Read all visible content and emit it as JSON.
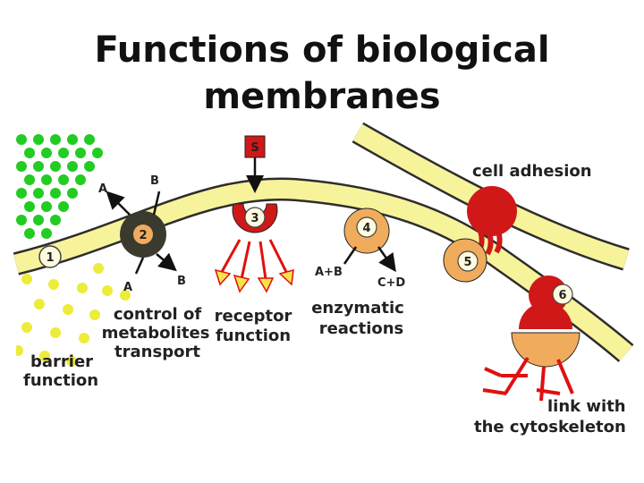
{
  "title": {
    "line1": "Functions of biological",
    "line2": "membranes"
  },
  "molecules": {
    "signal": "S",
    "a": "A",
    "b": "B",
    "a_plus_b": "A+B",
    "c_plus_d": "C+D"
  },
  "numbers": [
    "1",
    "2",
    "3",
    "4",
    "5",
    "6"
  ],
  "labels": {
    "barrier": [
      "barrier",
      "function"
    ],
    "transport": [
      "control of",
      "metabolites",
      "transport"
    ],
    "receptor": [
      "receptor",
      "function"
    ],
    "enzymatic": [
      "enzymatic",
      "reactions"
    ],
    "adhesion": [
      "cell adhesion"
    ],
    "cytoskeleton": [
      "link with",
      "the cytoskeleton"
    ]
  },
  "colors": {
    "membrane_fill": "#f7f39a",
    "membrane_edge": "#2d2d2d",
    "green_dots": "#22cc22",
    "yellow_dots": "#ecec3a",
    "red_protein": "#d01818",
    "orange_protein": "#f0ac5c",
    "dark_protein": "#3a3a2e",
    "arrow_red": "#e01010"
  }
}
